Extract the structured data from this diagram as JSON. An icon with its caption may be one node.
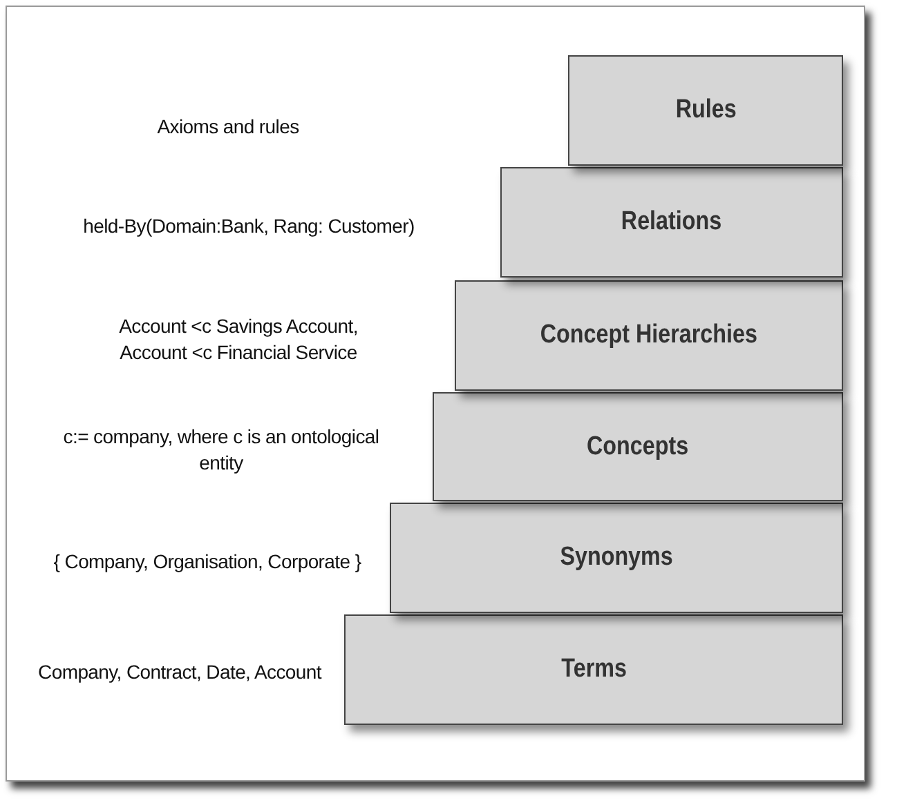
{
  "diagram": {
    "nodes": [
      {
        "text": [
          "Rules"
        ]
      },
      {
        "text": [
          "Relations"
        ]
      },
      {
        "text": [
          "Concept Hierarchies"
        ]
      },
      {
        "text": [
          "Concepts"
        ]
      },
      {
        "text": [
          "Synonyms"
        ]
      },
      {
        "text": [
          "Terms"
        ]
      }
    ],
    "edges": [],
    "labels": [
      "Axioms and rules",
      "held-By(Domain:Bank, Rang: Customer)",
      "Account <c Savings Account, Account <c Financial Service",
      "c:= company, where c is an ontological entity",
      "{ Company, Organisation, Corporate }",
      "Company, Contract, Date, Account"
    ]
  }
}
